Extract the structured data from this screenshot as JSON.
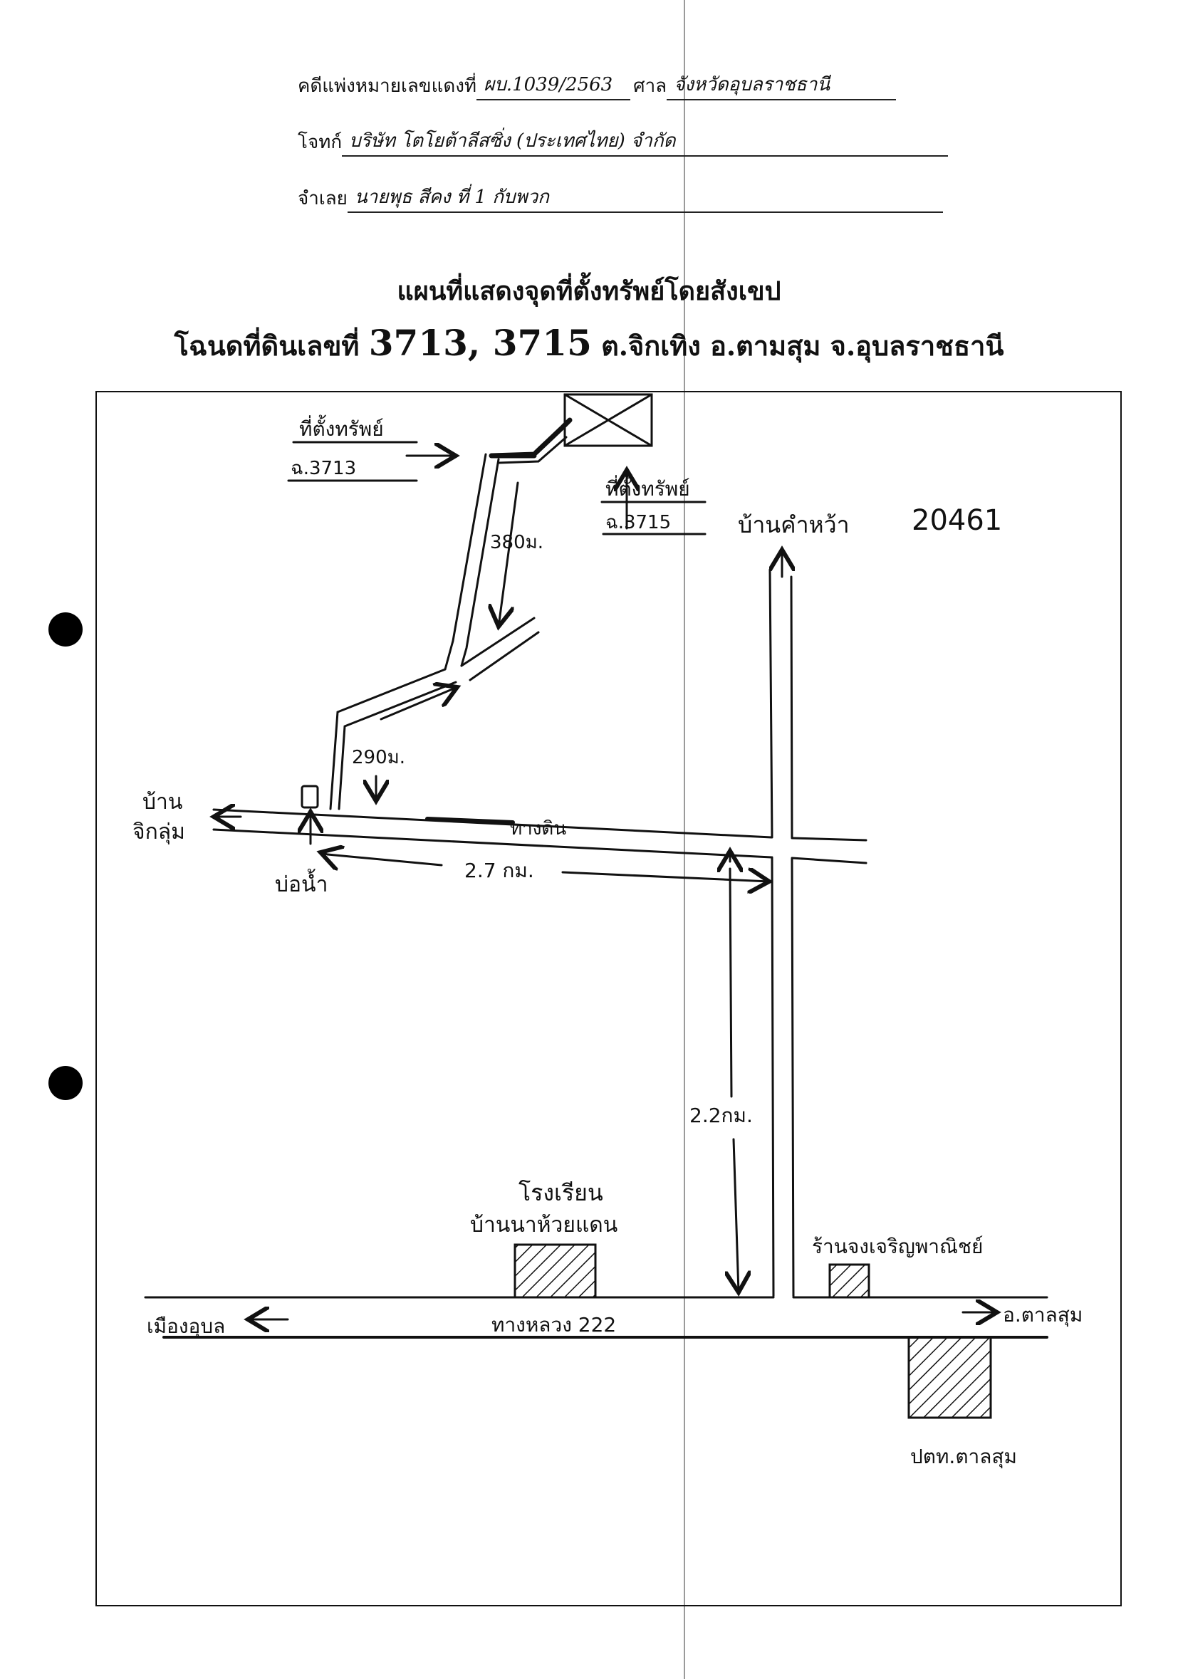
{
  "header": {
    "case_label": "คดีแพ่งหมายเลขแดงที่",
    "case_no": "ผบ.1039/2563",
    "court_label": "ศาล",
    "court": "จังหวัดอุบลราชธานี",
    "plaintiff_label": "โจทก์",
    "plaintiff": "บริษัท โตโยต้าลีสซิ่ง (ประเทศไทย) จำกัด",
    "defendant_label": "จำเลย",
    "defendant": "นายพุธ  สีคง ที่ 1 กับพวก"
  },
  "title": {
    "line1": "แผนที่แสดงจุดที่ตั้งทรัพย์โดยสังเขป",
    "line2_prefix": "โฉนดที่ดินเลขที่ ",
    "line2_numbers": "3713, 3715",
    "line2_suffix": " ต.จิกเทิง อ.ตามสุม จ.อุบลราชธานี"
  },
  "map": {
    "property_1_label": "ที่ตั้งทรัพย์",
    "property_1_deed": "ฉ.3713",
    "property_2_label": "ที่ตั้งทรัพย์",
    "property_2_deed": "ฉ.3715",
    "north_village": "บ้านคำหว้า",
    "stamp_number": "20461",
    "dist_380": "380ม.",
    "dist_290": "290ม.",
    "west_village_line1": "บ้าน",
    "west_village_line2": "จิกลุ่ม",
    "dirt_road": "ทางดิน",
    "pond": "บ่อน้ำ",
    "dist_2_7": "2.7 กม.",
    "dist_2_2": "2.2กม.",
    "school_line1": "โรงเรียน",
    "school_line2": "บ้านนาห้วยแดน",
    "shop": "ร้านจงเจริญพาณิชย์",
    "highway": "ทางหลวง 222",
    "west_city": "เมืองอุบล",
    "east_district": "อ.ตาลสุม",
    "police": "ปตท.ตาลสุม"
  }
}
